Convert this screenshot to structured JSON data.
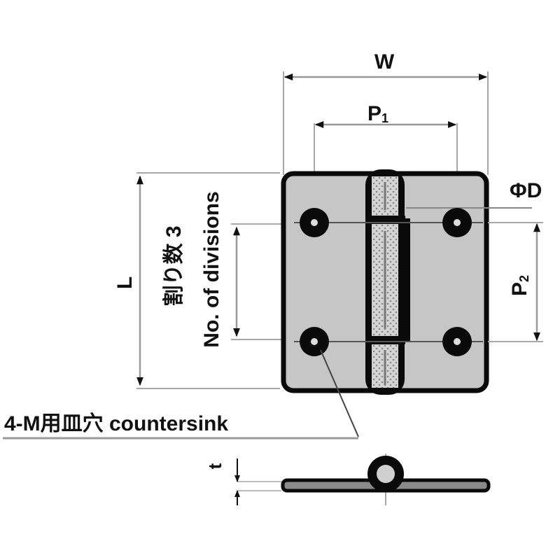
{
  "diagram": {
    "type": "technical-drawing",
    "subject": "hinge",
    "views": [
      "front",
      "side"
    ],
    "colors": {
      "plate_fill": "#c6c6c6",
      "outline": "#0a0a0a",
      "dimension_line": "#9a9a9a",
      "background": "#ffffff"
    }
  },
  "labels": {
    "width": "W",
    "pitch1_main": "P",
    "pitch1_sub": "1",
    "pitch2_main": "P",
    "pitch2_sub": "2",
    "diameter": "ΦD",
    "length": "L",
    "divisions_jp": "割り数 3",
    "divisions_en": "No. of divisions",
    "countersink": "4-M用皿穴 countersink",
    "thickness": "t"
  }
}
